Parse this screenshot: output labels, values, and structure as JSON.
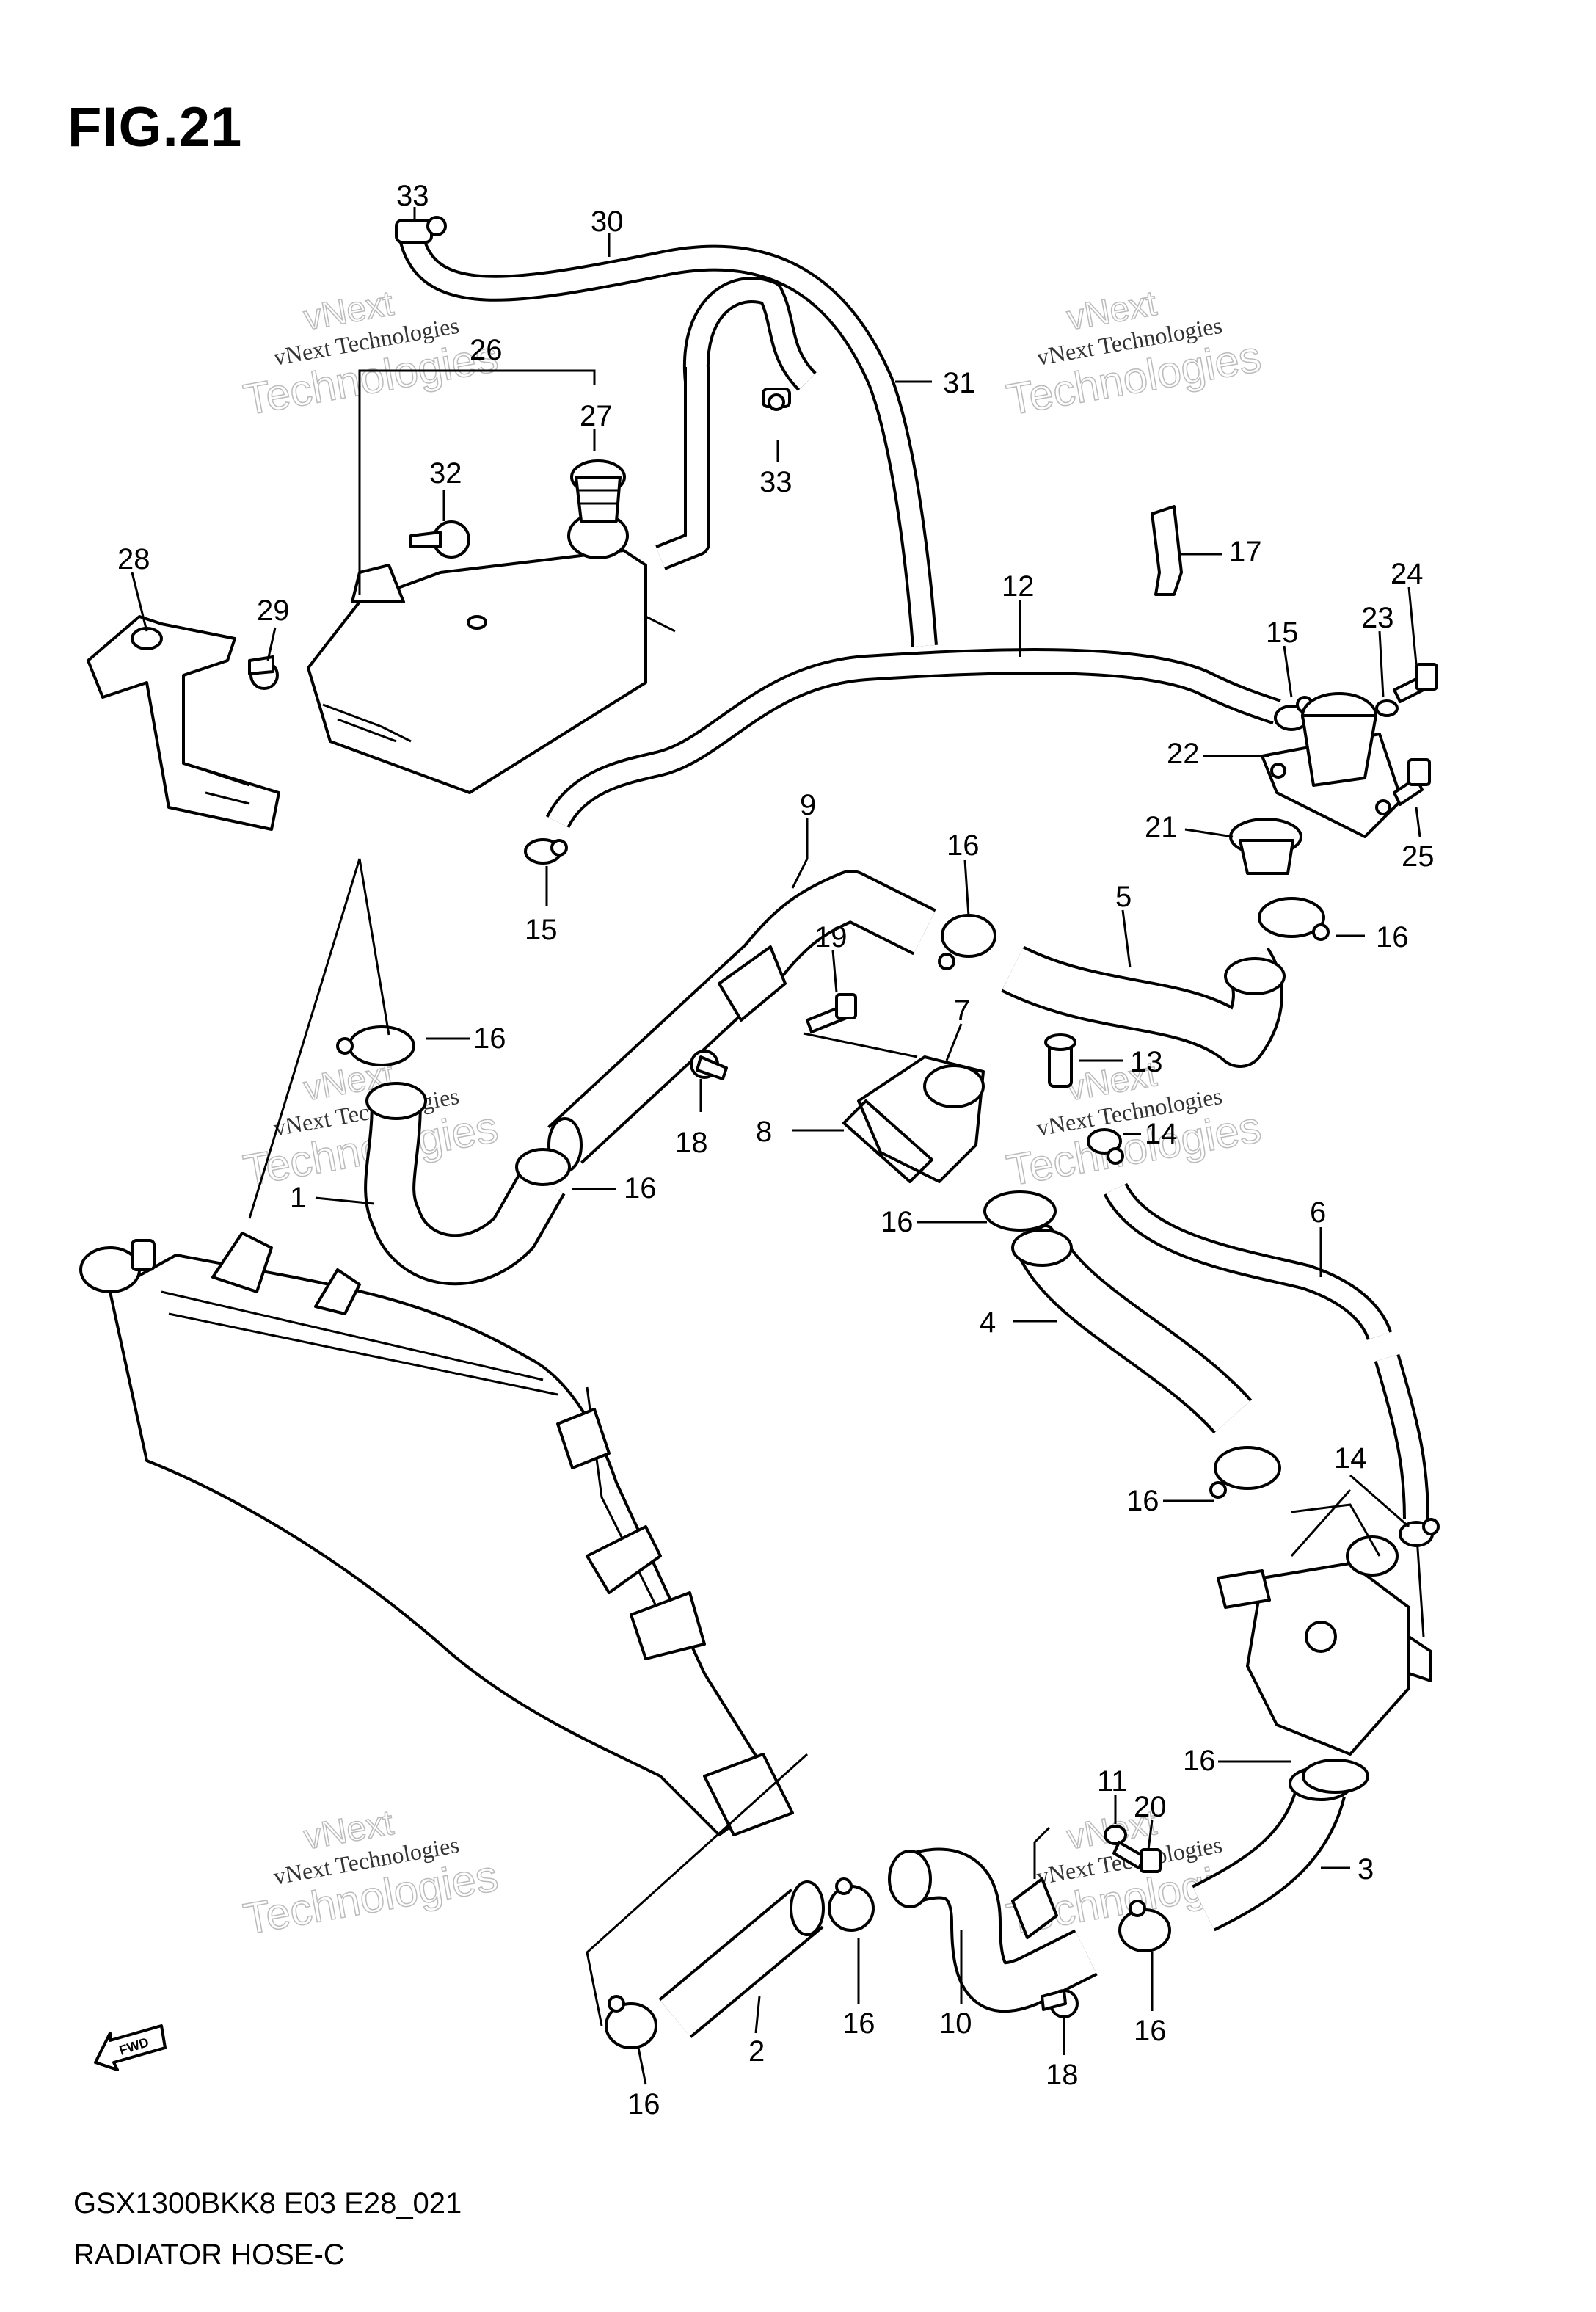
{
  "figure": {
    "title": "FIG.21",
    "model_code": "GSX1300BKK8 E03 E28_021",
    "caption": "RADIATOR HOSE-C"
  },
  "watermark": {
    "line1": "vNext Technologies",
    "line2": "Technologies",
    "top": "vNext"
  },
  "fwd_label": "FWD",
  "callouts": [
    {
      "id": "c33a",
      "label": "33"
    },
    {
      "id": "c30",
      "label": "30"
    },
    {
      "id": "c26",
      "label": "26"
    },
    {
      "id": "c31",
      "label": "31"
    },
    {
      "id": "c27",
      "label": "27"
    },
    {
      "id": "c33b",
      "label": "33"
    },
    {
      "id": "c32",
      "label": "32"
    },
    {
      "id": "c28",
      "label": "28"
    },
    {
      "id": "c29",
      "label": "29"
    },
    {
      "id": "c17",
      "label": "17"
    },
    {
      "id": "c12",
      "label": "12"
    },
    {
      "id": "c24",
      "label": "24"
    },
    {
      "id": "c23",
      "label": "23"
    },
    {
      "id": "c15a",
      "label": "15"
    },
    {
      "id": "c22",
      "label": "22"
    },
    {
      "id": "c25",
      "label": "25"
    },
    {
      "id": "c21",
      "label": "21"
    },
    {
      "id": "c9",
      "label": "9"
    },
    {
      "id": "c16a",
      "label": "16"
    },
    {
      "id": "c5",
      "label": "5"
    },
    {
      "id": "c16b",
      "label": "16"
    },
    {
      "id": "c15b",
      "label": "15"
    },
    {
      "id": "c19",
      "label": "19"
    },
    {
      "id": "c7",
      "label": "7"
    },
    {
      "id": "c16c",
      "label": "16"
    },
    {
      "id": "c13",
      "label": "13"
    },
    {
      "id": "c14a",
      "label": "14"
    },
    {
      "id": "c8",
      "label": "8"
    },
    {
      "id": "c18a",
      "label": "18"
    },
    {
      "id": "c1",
      "label": "1"
    },
    {
      "id": "c16d",
      "label": "16"
    },
    {
      "id": "c16e",
      "label": "16"
    },
    {
      "id": "c6",
      "label": "6"
    },
    {
      "id": "c4",
      "label": "4"
    },
    {
      "id": "c14b",
      "label": "14"
    },
    {
      "id": "c16f",
      "label": "16"
    },
    {
      "id": "c16g",
      "label": "16"
    },
    {
      "id": "c11",
      "label": "11"
    },
    {
      "id": "c20",
      "label": "20"
    },
    {
      "id": "c3",
      "label": "3"
    },
    {
      "id": "c16h",
      "label": "16"
    },
    {
      "id": "c16i",
      "label": "16"
    },
    {
      "id": "c16j",
      "label": "16"
    },
    {
      "id": "c2",
      "label": "2"
    },
    {
      "id": "c10",
      "label": "10"
    },
    {
      "id": "c18b",
      "label": "18"
    }
  ]
}
